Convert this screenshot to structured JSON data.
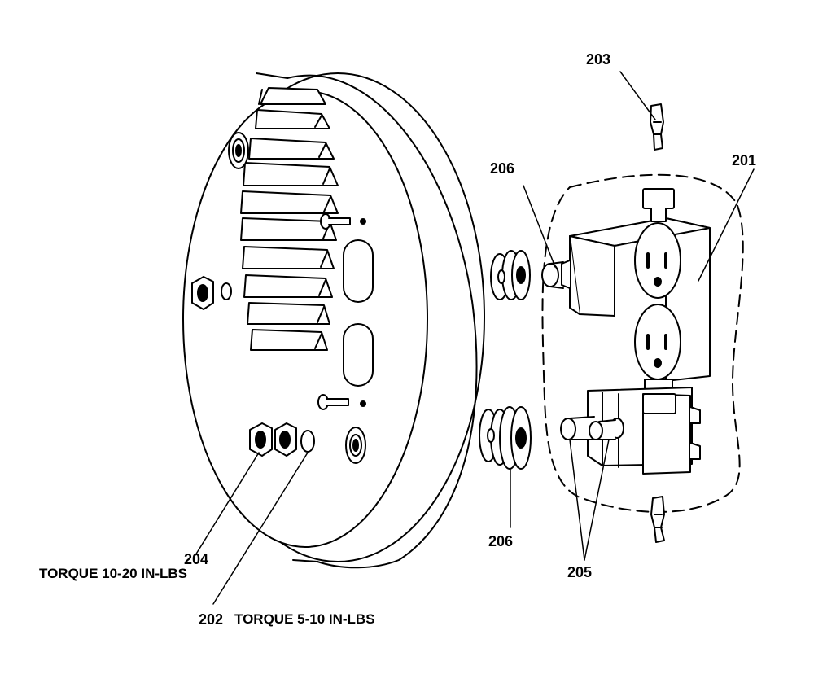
{
  "callouts": {
    "c201": "201",
    "c202": "202",
    "c203": "203",
    "c204": "204",
    "c205": "205",
    "c206_top": "206",
    "c206_bottom": "206"
  },
  "notes": {
    "torque_204": "TORQUE 10-20 IN-LBS",
    "torque_202": "TORQUE 5-10 IN-LBS"
  },
  "colors": {
    "line": "#000000",
    "background": "#ffffff"
  }
}
